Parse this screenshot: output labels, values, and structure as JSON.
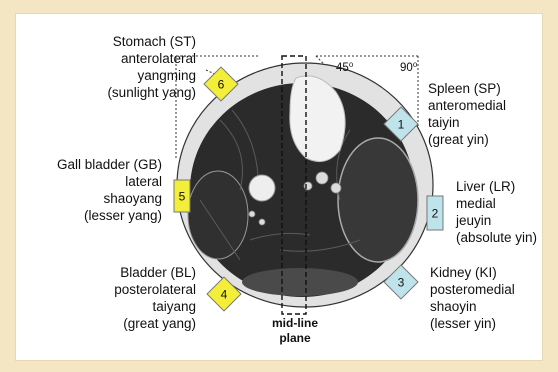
{
  "angles": {
    "a45": "45⁰",
    "a90": "90⁰"
  },
  "midline": {
    "line1": "mid-line",
    "line2": "plane"
  },
  "badges": [
    {
      "num": "6",
      "color": "#f3ee3a"
    },
    {
      "num": "1",
      "color": "#bfe3ea"
    },
    {
      "num": "5",
      "color": "#f3ee3a"
    },
    {
      "num": "2",
      "color": "#bfe3ea"
    },
    {
      "num": "4",
      "color": "#f3ee3a"
    },
    {
      "num": "3",
      "color": "#bfe3ea"
    }
  ],
  "labels": {
    "stomach": [
      "Stomach (ST)",
      "anterolateral",
      "yangming",
      "(sunlight yang)"
    ],
    "spleen": [
      "Spleen (SP)",
      "anteromedial",
      "taiyin",
      "(great yin)"
    ],
    "gall": [
      "Gall bladder (GB)",
      "lateral",
      "shaoyang",
      "(lesser yang)"
    ],
    "liver": [
      "Liver (LR)",
      "medial",
      "jeuyin",
      "(absolute yin)"
    ],
    "bladder": [
      "Bladder (BL)",
      "posterolateral",
      "taiyang",
      "(great yang)"
    ],
    "kidney": [
      "Kidney (KI)",
      "posteromedial",
      "shaoyin",
      "(lesser yin)"
    ]
  }
}
